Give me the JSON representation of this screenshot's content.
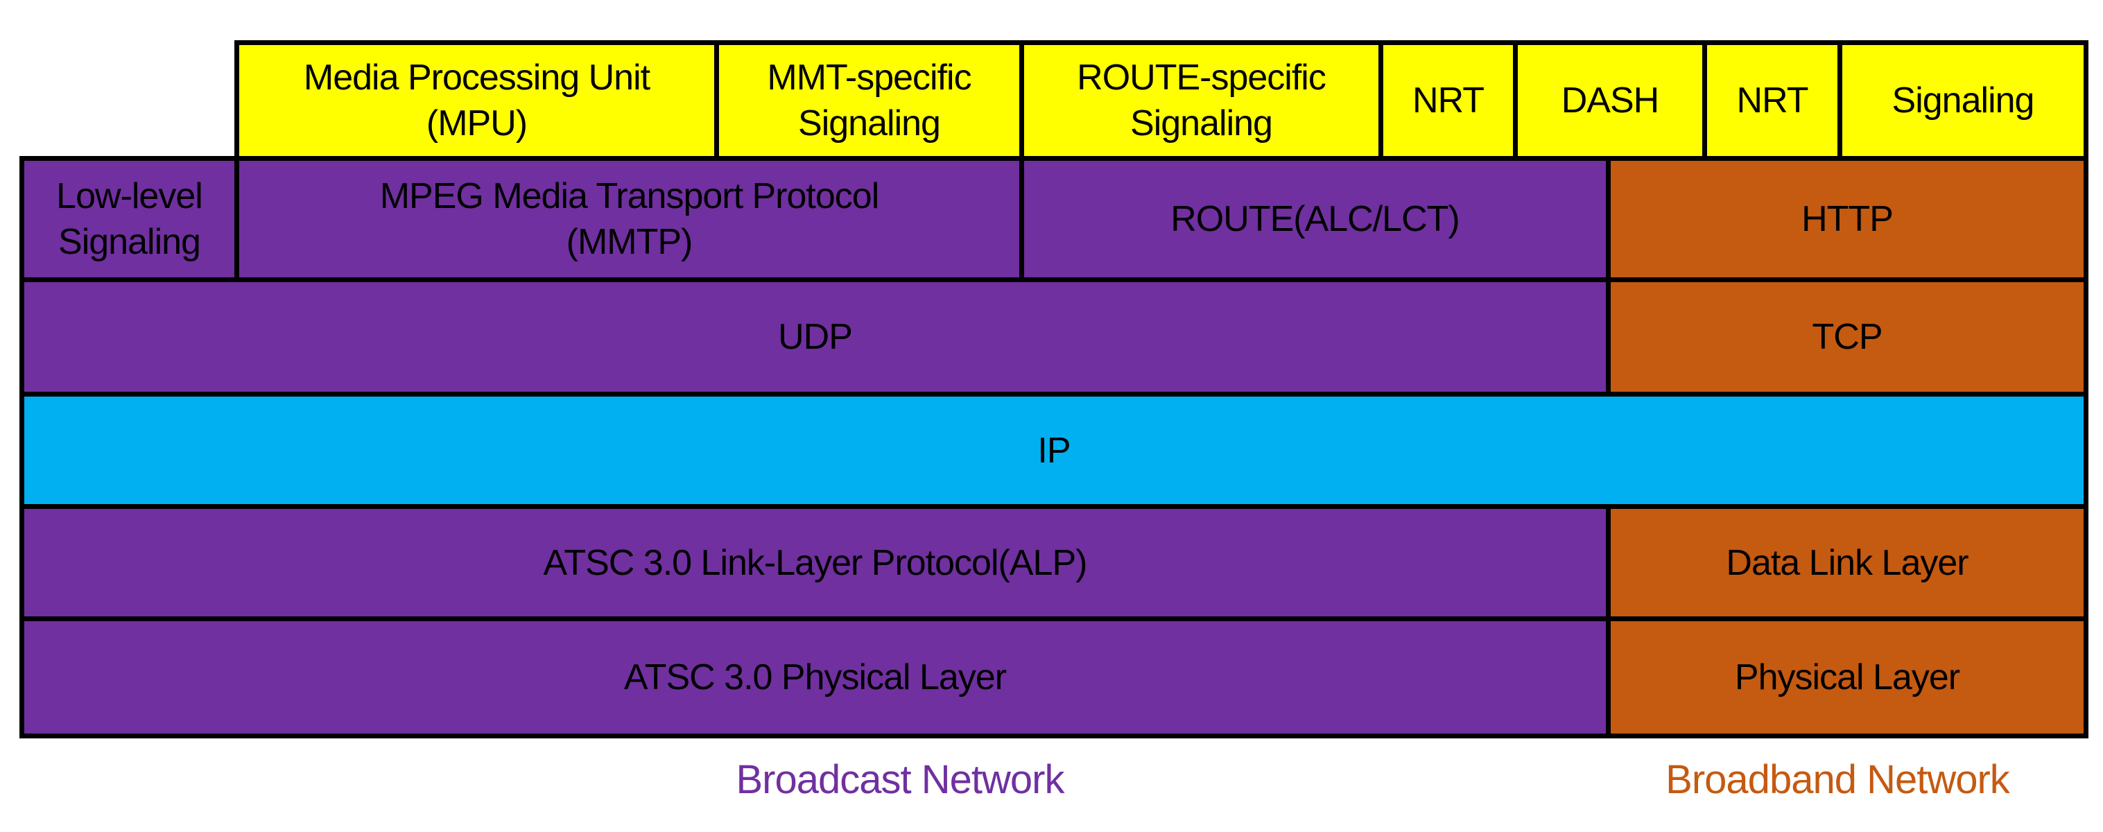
{
  "colors": {
    "yellow": "#FFFF00",
    "purple": "#7030A0",
    "orange": "#C55A11",
    "blue": "#00B0F0",
    "border": "#000000"
  },
  "cells": {
    "mpu": "Media Processing Unit\n(MPU)",
    "mmt_signaling": "MMT-specific\nSignaling",
    "route_signaling": "ROUTE-specific\nSignaling",
    "nrt_left": "NRT",
    "dash": "DASH",
    "nrt_right": "NRT",
    "signaling": "Signaling",
    "low_level_signaling": "Low-level\nSignaling",
    "mmtp": "MPEG Media Transport Protocol\n(MMTP)",
    "route": "ROUTE(ALC/LCT)",
    "http": "HTTP",
    "udp": "UDP",
    "tcp": "TCP",
    "ip": "IP",
    "alp": "ATSC 3.0 Link-Layer Protocol(ALP)",
    "data_link": "Data Link Layer",
    "atsc_physical": "ATSC 3.0 Physical Layer",
    "physical": "Physical Layer"
  },
  "footer": {
    "broadcast": "Broadcast Network",
    "broadband": "Broadband Network"
  }
}
